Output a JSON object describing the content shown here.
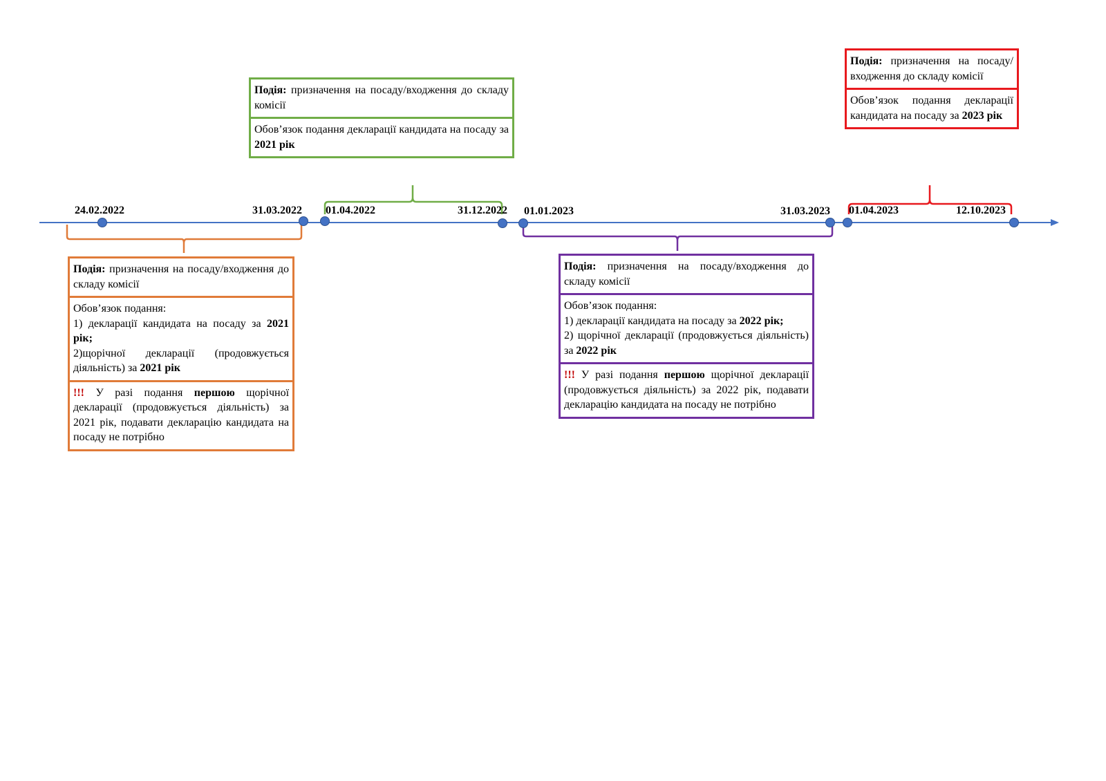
{
  "colors": {
    "axis": "#4472c4",
    "marker": "#4472c4",
    "orange": "#e07b39",
    "green": "#70ad47",
    "purple": "#7030a0",
    "red": "#e8191e",
    "warning": "#c00000"
  },
  "dates": {
    "d1": "24.02.2022",
    "d2": "31.03.2022",
    "d3": "01.04.2022",
    "d4": "31.12.2022",
    "d5": "01.01.2023",
    "d6": "31.03.2023",
    "d7": "01.04.2023",
    "d8": "12.10.2023"
  },
  "boxes": {
    "orange": {
      "event_label": "Подія:",
      "event_text": "призначення на посаду/входження до складу комісії",
      "duty_intro": "Обов’язок подання:",
      "item1_text": "1) декларації кандидата на посаду за",
      "item1_bold": "2021 рік;",
      "item2_text": "2)щорічної декларації (продовжується діяльність) за",
      "item2_bold": "2021 рік",
      "warn_mark": "!!!",
      "warn_pre": "У разі подання",
      "warn_bold": "першою",
      "warn_post": "щорічної декларації (продовжується діяльність) за 2021 рік, подавати декларацію кандидата на посаду не потрібно"
    },
    "green": {
      "event_label": "Подія:",
      "event_text": "призначення на посаду/входження до складу комісії",
      "duty_text": "Обов’язок подання декларації кандидата на посаду за",
      "duty_bold": "2021 рік"
    },
    "purple": {
      "event_label": "Подія:",
      "event_text": "призначення на посаду/входження до складу комісії",
      "duty_intro": "Обов’язок подання:",
      "item1_text": "1) декларації кандидата на посаду за",
      "item1_bold": "2022 рік;",
      "item2_text": "2) щорічної декларації (продовжується діяльність) за",
      "item2_bold": "2022 рік",
      "warn_mark": "!!!",
      "warn_pre": "У разі подання",
      "warn_bold": "першою",
      "warn_post": "щорічної декларації (продовжується діяльність) за 2022 рік, подавати декларацію кандидата на посаду не потрібно"
    },
    "red": {
      "event_label": "Подія:",
      "event_text": "призначення на посаду/входження до складу комісії",
      "duty_text": "Обов’язок подання декларації кандидата на посаду за",
      "duty_bold": "2023 рік"
    }
  }
}
